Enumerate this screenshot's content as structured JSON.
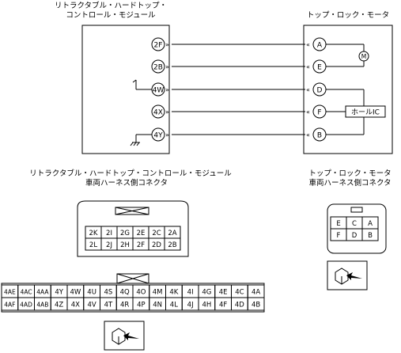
{
  "module": {
    "title_line1": "リトラクタブル・ハードトップ・",
    "title_line2": "コントロール・モジュール",
    "pins": [
      "2F",
      "2B",
      "4W",
      "4X",
      "4Y"
    ]
  },
  "motor": {
    "title": "トップ・ロック・モータ",
    "pins": [
      "A",
      "E",
      "D",
      "F",
      "B"
    ],
    "motor_symbol": "M",
    "hall_ic": "ホールIC"
  },
  "module_connector": {
    "title_line1": "リトラクタブル・ハードトップ・コントロール・モジュール",
    "title_line2": "車両ハーネス側コネクタ",
    "small_rows": [
      [
        "2K",
        "2I",
        "2G",
        "2E",
        "2C",
        "2A"
      ],
      [
        "2L",
        "2J",
        "2H",
        "2F",
        "2D",
        "2B"
      ]
    ],
    "large_rows": [
      [
        "4AE",
        "4AC",
        "4AA",
        "4Y",
        "4W",
        "4U",
        "4S",
        "4Q",
        "4O",
        "4M",
        "4K",
        "4I",
        "4G",
        "4E",
        "4C",
        "4A"
      ],
      [
        "4AF",
        "4AD",
        "4AB",
        "4Z",
        "4X",
        "4V",
        "4T",
        "4R",
        "4P",
        "4N",
        "4L",
        "4J",
        "4H",
        "4F",
        "4D",
        "4B"
      ]
    ]
  },
  "motor_connector": {
    "title_line1": "トップ・ロック・モータ",
    "title_line2": "車両ハーネス側コネクタ",
    "rows": [
      [
        "E",
        "C",
        "A"
      ],
      [
        "F",
        "D",
        "B"
      ]
    ]
  }
}
